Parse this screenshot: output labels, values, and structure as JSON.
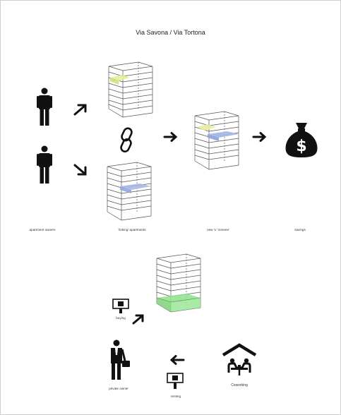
{
  "title": "Via Savona / Via Tortona",
  "labels": {
    "owners": "apartment owners",
    "linked": "'linking' apartments",
    "new_unit": "new 'x' 'zoneee'",
    "savings": "savings",
    "buying": "buying",
    "renting": "renting",
    "private_owner": "private owner",
    "coworking": "Coworking"
  },
  "icons": {
    "person": "person-icon",
    "arrow": "arrow-icon",
    "chain": "chain-link-icon",
    "money_bag": "money-bag-dollar-icon",
    "briefcase_person": "businessman-briefcase-icon",
    "coworking": "coworking-house-icon",
    "sign": "hand-sign-icon"
  },
  "colors": {
    "yellow_highlight": "#e4ef9c",
    "blue_highlight": "#a9b8e6",
    "green_highlight": "#8ee08a",
    "ink": "#111111",
    "grid_line": "#555555"
  }
}
